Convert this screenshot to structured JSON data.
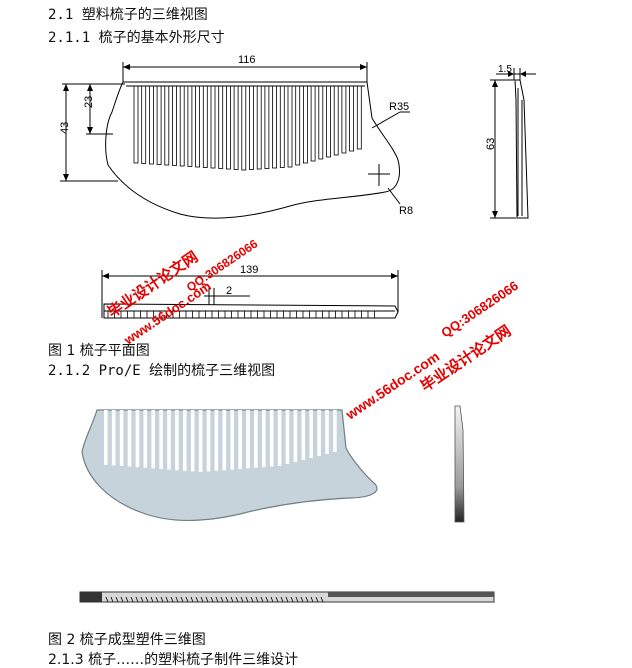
{
  "headings": {
    "section": "2.1 塑料梳子的三维视图",
    "subsection1": "2.1.1 梳子的基本外形尺寸",
    "subsection2": "2.1.2 Pro/E 绘制的梳子三维视图"
  },
  "captions": {
    "fig1": "图 1 梳子平面图",
    "fig2": "图 2 梳子成型塑件三维图",
    "next_line": "2.1.3 梳子……的塑料梳子制件三维设计"
  },
  "dimensions": {
    "width_top": "116",
    "height_total": "43",
    "height_teeth": "23",
    "radius_upper": "R35",
    "radius_lower": "R8",
    "thickness": "1.5",
    "side_height": "63",
    "length_bottom": "139",
    "tooth_pitch": "2"
  },
  "watermarks": {
    "site_name": "毕业设计论文网",
    "site_url": "www.56doc.com",
    "qq": "QQ:306826066"
  },
  "colors": {
    "drawing_line": "#000000",
    "comb_fill": "#c7d3da",
    "watermark_red": "#e60000"
  }
}
